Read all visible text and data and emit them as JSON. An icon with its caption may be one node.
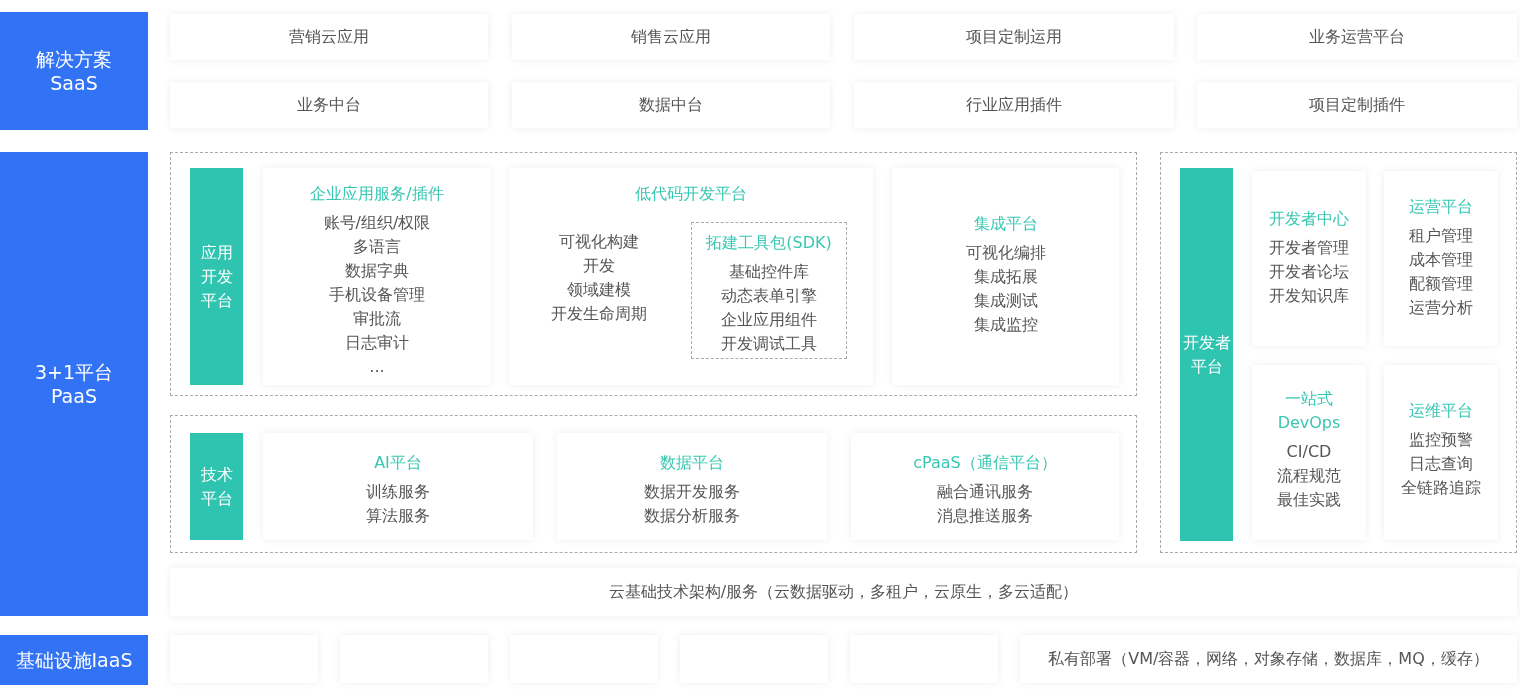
{
  "diagram": {
    "nodes": [
      {
        "text": [
          "解决方案 SaaS"
        ]
      },
      {
        "text": [
          "营销云应用"
        ]
      },
      {
        "text": [
          "销售云应用"
        ]
      },
      {
        "text": [
          "项目定制运用"
        ]
      },
      {
        "text": [
          "业务运营平台"
        ]
      },
      {
        "text": [
          "业务中台"
        ]
      },
      {
        "text": [
          "数据中台"
        ]
      },
      {
        "text": [
          "行业应用插件"
        ]
      },
      {
        "text": [
          "项目定制插件"
        ]
      },
      {
        "text": [
          "3+1平台 PaaS"
        ]
      },
      {
        "text": [],
        "shape": "box"
      },
      {
        "text": [
          "应用开发平台"
        ],
        "in": 10
      },
      {
        "text": [
          "企业应用服务/插件",
          "账号/组织/权限",
          "多语言",
          "数据字典",
          "手机设备管理",
          "审批流",
          "日志审计",
          "..."
        ],
        "in": 10
      },
      {
        "text": [
          "低代码开发平台",
          "可视化构建",
          "开发",
          "领域建模",
          "开发生命周期"
        ],
        "in": 10
      },
      {
        "text": [
          "拓建工具包(SDK)",
          "基础控件库",
          "动态表单引擎",
          "企业应用组件",
          "开发调试工具"
        ],
        "in": 13
      },
      {
        "text": [
          "集成平台",
          "可视化编排",
          "集成拓展",
          "集成测试",
          "集成监控"
        ],
        "in": 10
      },
      {
        "text": [],
        "shape": "box"
      },
      {
        "text": [
          "技术平台"
        ],
        "in": 16
      },
      {
        "text": [
          "AI平台",
          "训练服务",
          "算法服务"
        ],
        "in": 16
      },
      {
        "text": [
          "数据平台",
          "数据开发服务",
          "数据分析服务"
        ],
        "in": 16
      },
      {
        "text": [
          "cPaaS（通信平台）",
          "融合通讯服务",
          "消息推送服务"
        ],
        "in": 16
      },
      {
        "text": [],
        "shape": "box"
      },
      {
        "text": [
          "开发者平台"
        ],
        "in": 21
      },
      {
        "text": [
          "开发者中心",
          "开发者管理",
          "开发者论坛",
          "开发知识库"
        ],
        "in": 21
      },
      {
        "text": [
          "运营平台",
          "租户管理",
          "成本管理",
          "配额管理",
          "运营分析"
        ],
        "in": 21
      },
      {
        "text": [
          "一站式 DevOps",
          "CI/CD",
          "流程规范",
          "最佳实践"
        ],
        "in": 21
      },
      {
        "text": [
          "运维平台",
          "监控预警",
          "日志查询",
          "全链路追踪"
        ],
        "in": 21
      },
      {
        "text": [
          "云基础技术架构/服务（云数据驱动，多租户，云原生，多云适配）"
        ]
      },
      {
        "text": [
          "基础设施IaaS"
        ]
      },
      {
        "text": [],
        "shape": "box"
      },
      {
        "text": [],
        "shape": "box"
      },
      {
        "text": [],
        "shape": "box"
      },
      {
        "text": [],
        "shape": "box"
      },
      {
        "text": [],
        "shape": "box"
      },
      {
        "text": [
          "私有部署（VM/容器，网络，对象存储，数据库，MQ，缓存）"
        ]
      }
    ]
  }
}
